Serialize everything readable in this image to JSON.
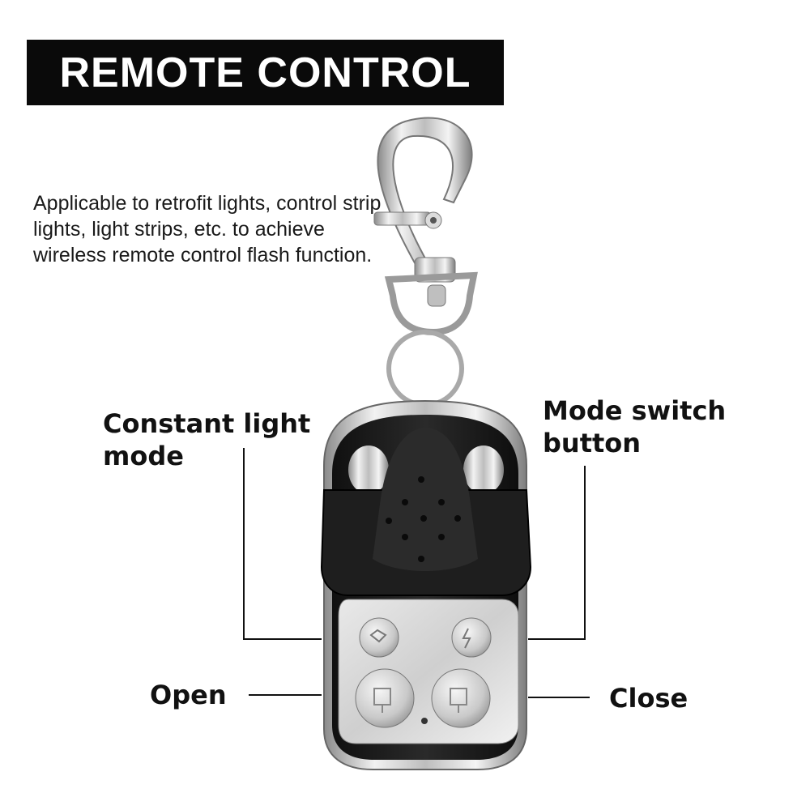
{
  "title": "REMOTE CONTROL",
  "description": "Applicable to retrofit lights, control strip lights, light strips, etc. to achieve wireless remote control flash function.",
  "labels": {
    "constant_light_mode": "Constant light mode",
    "mode_switch_button": "Mode switch button",
    "open": "Open",
    "close": "Close"
  },
  "colors": {
    "banner": "#0a0a0a",
    "banner_text": "#ffffff",
    "remote_body": "#1c1c1c",
    "chrome": "#c8c8c8"
  },
  "icons": {
    "remote": "remote-control-keyfob-image",
    "keychain": "keychain-clasp-image"
  }
}
